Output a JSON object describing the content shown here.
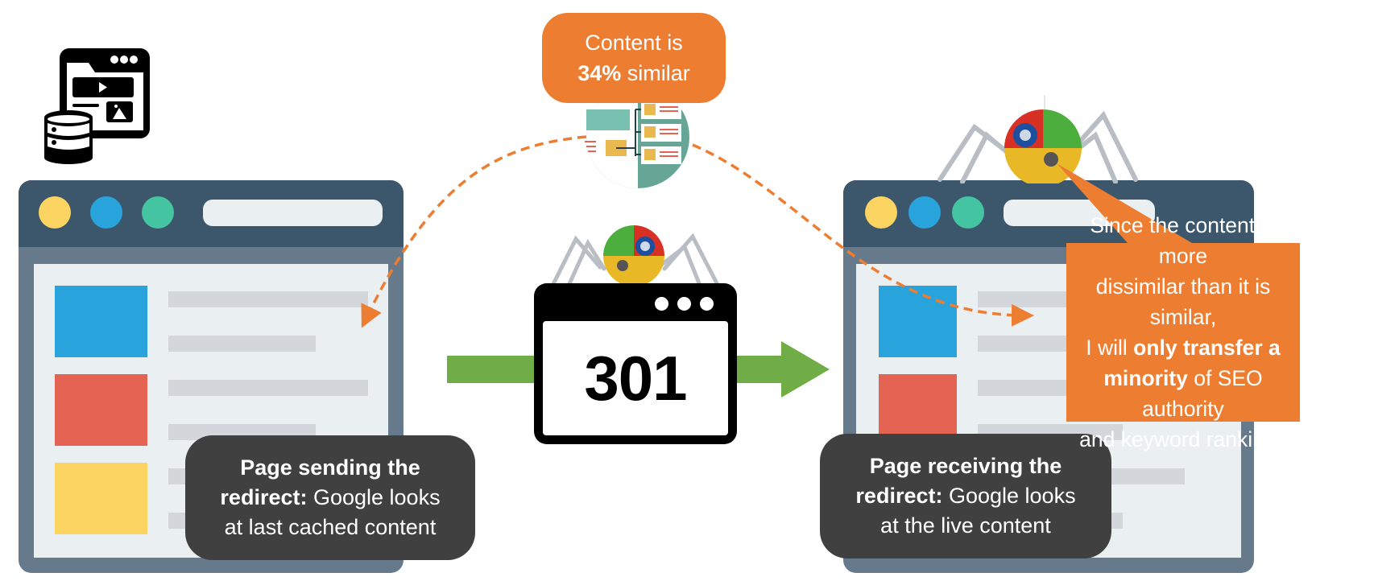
{
  "diagram": {
    "title": "301 redirect content similarity evaluation",
    "colors": {
      "orange": "#ed7d31",
      "dark_callout": "#404040",
      "green_arrow": "#70ad47",
      "window_frame": "#677a8b",
      "window_bar": "#3c566b",
      "window_content": "#eaeff2",
      "dot_yellow": "#fcd462",
      "dot_blue": "#29a3dc",
      "dot_teal": "#44c4a1",
      "block_blue": "#29a3dc",
      "block_red": "#e56353",
      "block_yellow": "#fcd462"
    },
    "similarity_callout": {
      "line1": "Content is",
      "percent": "34%",
      "line2_rest": " similar"
    },
    "redirect_box": {
      "code": "301"
    },
    "sending_page": {
      "icon": "web-content-database-icon",
      "callout_bold": "Page sending the redirect:",
      "callout_bold_line1": "Page sending the",
      "callout_bold_line2": "redirect:",
      "callout_rest_line2": " Google looks",
      "callout_line3": "at last cached content"
    },
    "receiving_page": {
      "callout_bold_line1": "Page receiving the",
      "callout_bold_line2": "redirect:",
      "callout_rest_line2": " Google looks",
      "callout_line3": "at the live content"
    },
    "spider_callout": {
      "line1": "Since the content is more",
      "line2": "dissimilar than it is similar,",
      "line3_plain": "I will ",
      "line3_bold": "only transfer a",
      "line4_bold": "minority",
      "line4_plain": " of SEO authority",
      "line5": "and keyword rankings"
    },
    "icons": {
      "crawler_center": "googlebot-spider-icon",
      "crawler_right": "googlebot-spider-icon",
      "content_compare": "content-comparison-icon",
      "arrow": "right-arrow-icon"
    }
  }
}
